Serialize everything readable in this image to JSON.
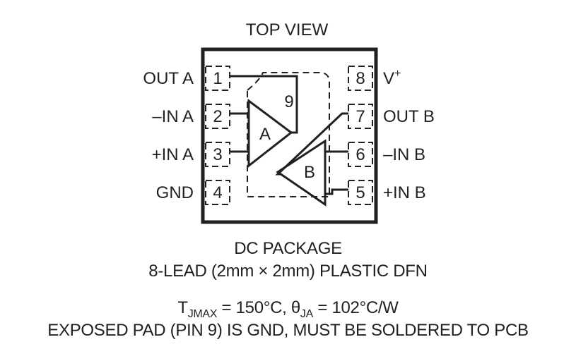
{
  "title": "TOP VIEW",
  "pins_left": [
    {
      "num": "1",
      "label": "OUT A"
    },
    {
      "num": "2",
      "label": "–IN A"
    },
    {
      "num": "3",
      "label": "+IN A"
    },
    {
      "num": "4",
      "label": "GND"
    }
  ],
  "pins_right": [
    {
      "num": "8",
      "label": "V",
      "sup": "+"
    },
    {
      "num": "7",
      "label": "OUT B"
    },
    {
      "num": "6",
      "label": "–IN B"
    },
    {
      "num": "5",
      "label": "+IN B"
    }
  ],
  "exposed_pad_number": "9",
  "amplifiers": {
    "a": "A",
    "b": "B"
  },
  "package": {
    "name": "DC PACKAGE",
    "description": "8-LEAD (2mm × 2mm) PLASTIC DFN"
  },
  "specs": {
    "tj_symbol": "T",
    "tj_sub": "JMAX",
    "tj_value": " = 150°C, ",
    "theta_symbol": "θ",
    "theta_sub": "JA",
    "theta_value": " = 102°C/W"
  },
  "note": "EXPOSED PAD (PIN 9) IS GND, MUST BE SOLDERED TO PCB",
  "colors": {
    "ink": "#231f20",
    "background": "#ffffff"
  }
}
